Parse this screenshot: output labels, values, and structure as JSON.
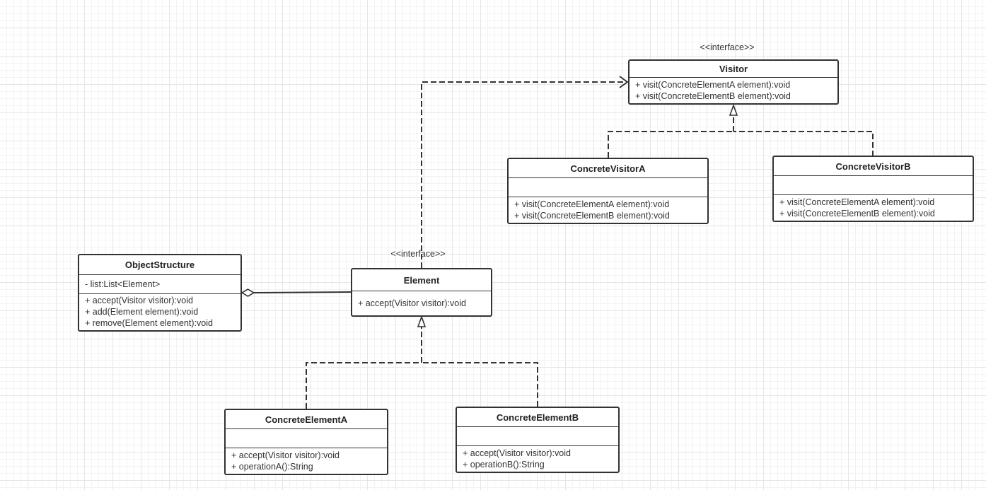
{
  "diagram": {
    "classes": {
      "visitor": {
        "stereotype": "<<interface>>",
        "name": "Visitor",
        "attributes": [],
        "operations": [
          "+ visit(ConcreteElementA element):void",
          "+ visit(ConcreteElementB element):void"
        ]
      },
      "concrete_visitor_a": {
        "name": "ConcreteVisitorA",
        "attributes": [],
        "operations": [
          "+ visit(ConcreteElementA element):void",
          "+ visit(ConcreteElementB element):void"
        ]
      },
      "concrete_visitor_b": {
        "name": "ConcreteVisitorB",
        "attributes": [],
        "operations": [
          "+ visit(ConcreteElementA element):void",
          "+ visit(ConcreteElementB element):void"
        ]
      },
      "object_structure": {
        "name": "ObjectStructure",
        "attributes": [
          "- list:List<Element>"
        ],
        "operations": [
          "+ accept(Visitor visitor):void",
          "+ add(Element element):void",
          "+ remove(Element element):void"
        ]
      },
      "element": {
        "stereotype": "<<interface>>",
        "name": "Element",
        "operations": [
          "+ accept(Visitor visitor):void"
        ]
      },
      "concrete_element_a": {
        "name": "ConcreteElementA",
        "attributes": [],
        "operations": [
          "+ accept(Visitor visitor):void",
          "+ operationA():String"
        ]
      },
      "concrete_element_b": {
        "name": "ConcreteElementB",
        "attributes": [],
        "operations": [
          "+ accept(Visitor visitor):void",
          "+ operationB():String"
        ]
      }
    },
    "relations": [
      {
        "from": "concrete_visitor_a",
        "to": "visitor",
        "kind": "realization"
      },
      {
        "from": "concrete_visitor_b",
        "to": "visitor",
        "kind": "realization"
      },
      {
        "from": "concrete_element_a",
        "to": "element",
        "kind": "realization"
      },
      {
        "from": "concrete_element_b",
        "to": "element",
        "kind": "realization"
      },
      {
        "from": "element",
        "to": "visitor",
        "kind": "dependency"
      },
      {
        "from": "object_structure",
        "to": "element",
        "kind": "aggregation"
      }
    ],
    "colors": {
      "line": "#333333",
      "grid_major": "#e6e6e6",
      "grid_minor": "#f3f3f3",
      "background": "#ffffff"
    }
  }
}
